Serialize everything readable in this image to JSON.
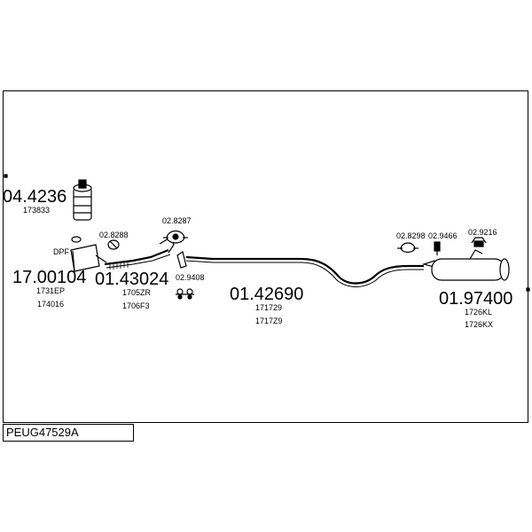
{
  "reference": "PEUG47529A",
  "parts": [
    {
      "id": "p1",
      "number": "04.4236",
      "codes": [
        "173833"
      ]
    },
    {
      "id": "p2",
      "number": "17.00104",
      "codes": [
        "1731EP",
        "174016"
      ],
      "tag": "DPF"
    },
    {
      "id": "p3",
      "number": "01.43024",
      "codes": [
        "1705ZR",
        "1706F3"
      ]
    },
    {
      "id": "p4",
      "number": "01.42690",
      "codes": [
        "171729",
        "1717Z9"
      ]
    },
    {
      "id": "p5",
      "number": "01.97400",
      "codes": [
        "1726KL",
        "1726KX"
      ]
    }
  ],
  "fittings": [
    {
      "id": "f1",
      "number": "02.8288"
    },
    {
      "id": "f2",
      "number": "02.8287"
    },
    {
      "id": "f3",
      "number": "02.9408"
    },
    {
      "id": "f4",
      "number": "02.8298"
    },
    {
      "id": "f5",
      "number": "02.9466"
    },
    {
      "id": "f6",
      "number": "02.9216"
    }
  ]
}
